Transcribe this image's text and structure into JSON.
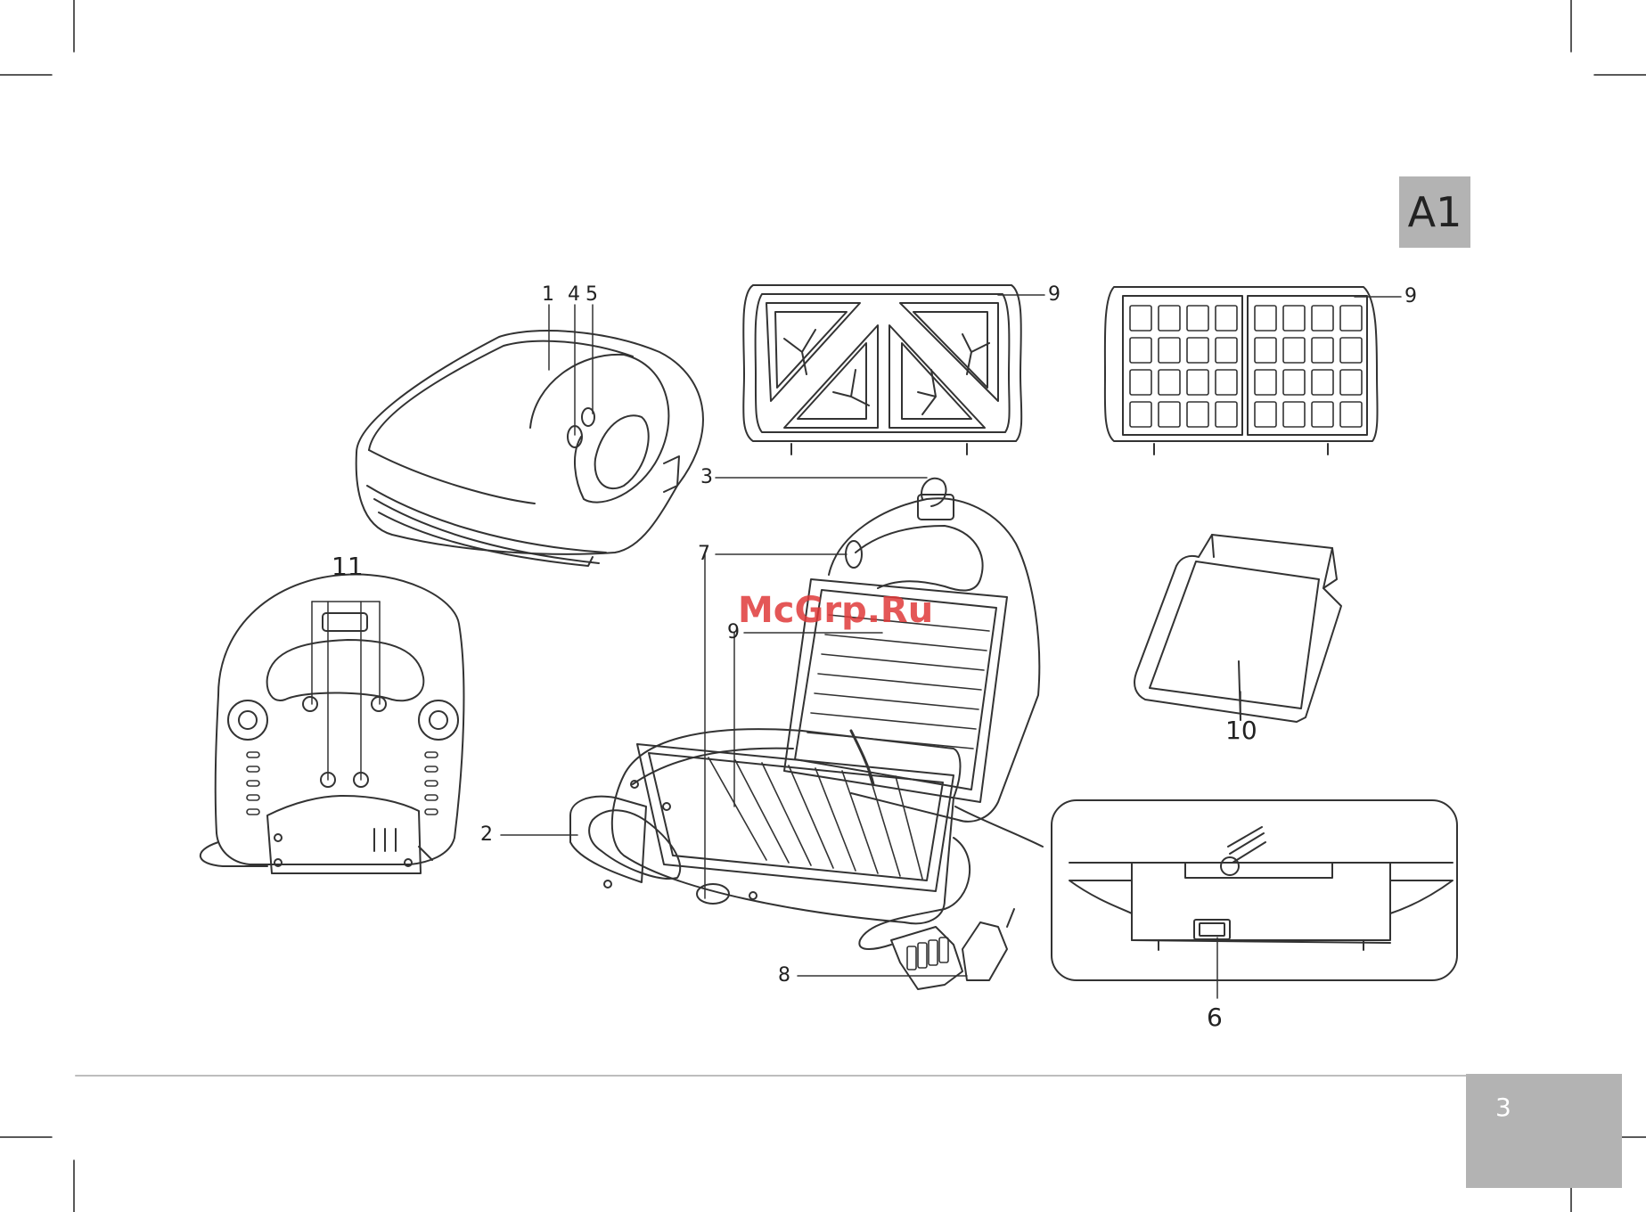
{
  "section_tab": "A1",
  "page_number": "3",
  "watermark": "McGrp.Ru",
  "callouts": {
    "c1": "1",
    "c2": "2",
    "c3": "3",
    "c4": "4",
    "c5": "5",
    "c6": "6",
    "c7": "7",
    "c8": "8",
    "c9a": "9",
    "c9b": "9",
    "c9c": "9",
    "c10": "10",
    "c11": "11"
  }
}
